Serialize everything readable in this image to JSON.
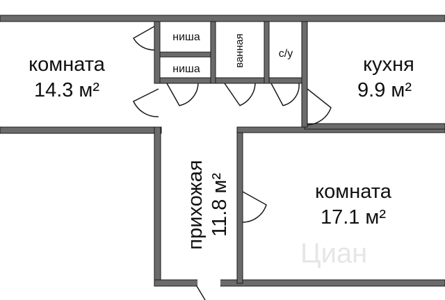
{
  "rooms": {
    "room_left": {
      "name": "комната",
      "area": "14.3 м²"
    },
    "kitchen": {
      "name": "кухня",
      "area": "9.9 м²"
    },
    "room_bottom": {
      "name": "комната",
      "area": "17.1 м²"
    },
    "hallway": {
      "name": "прихожая",
      "area": "11.8 м²"
    },
    "niche_top": {
      "name": "ниша"
    },
    "niche_bottom": {
      "name": "ниша"
    },
    "bathroom": {
      "name": "ванная"
    },
    "toilet": {
      "name": "с/у"
    }
  },
  "watermark": "Циан",
  "colors": {
    "wall": "#6b6b6b",
    "outline": "#1a1a1a",
    "background": "#ffffff"
  }
}
